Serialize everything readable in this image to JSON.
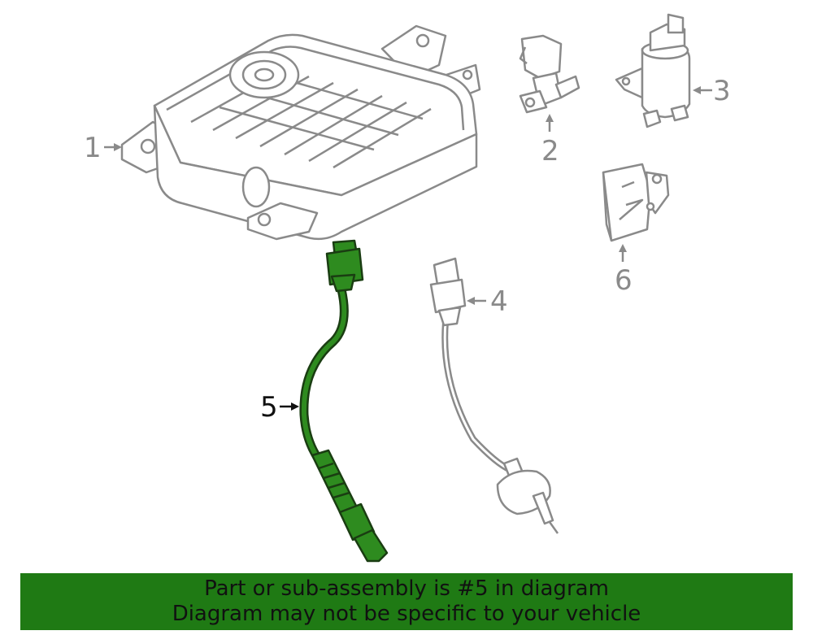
{
  "callouts": {
    "c1": "1",
    "c2": "2",
    "c3": "3",
    "c4": "4",
    "c5": "5",
    "c6": "6"
  },
  "banner": {
    "line1": "Part or sub-assembly is #5 in diagram",
    "line2": "Diagram may not be specific to your vehicle"
  },
  "colors": {
    "highlight": "#2e8b1f",
    "banner": "#1f7a14",
    "line_art": "#8a8a8a"
  }
}
